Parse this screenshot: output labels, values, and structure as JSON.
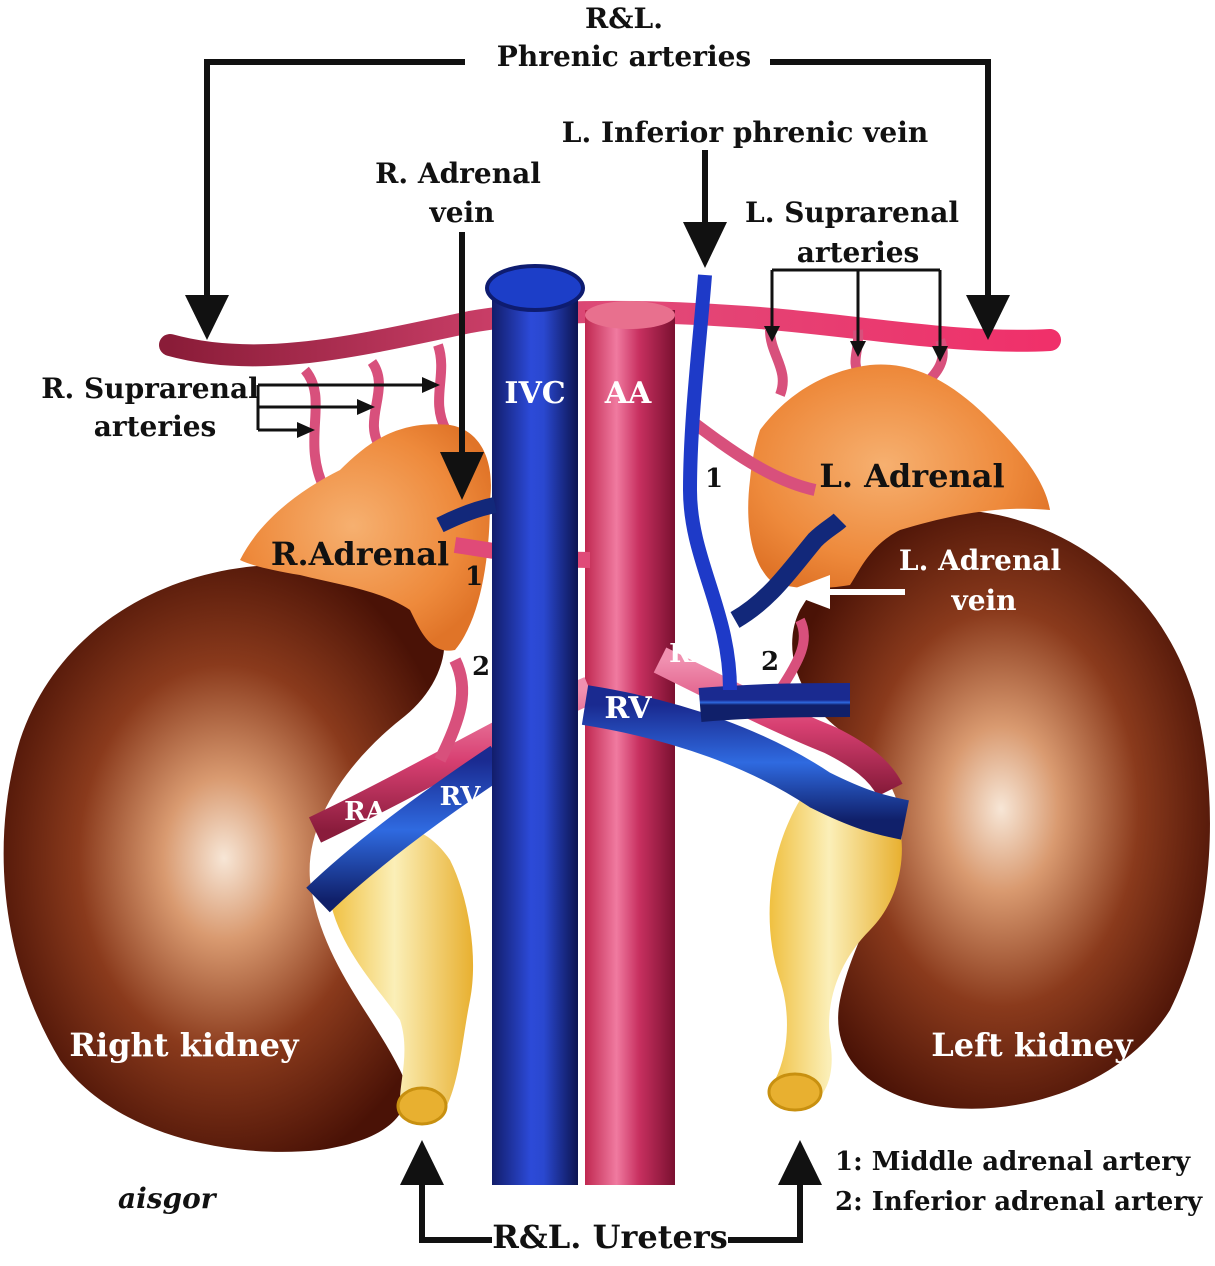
{
  "labels": {
    "phrenic_line1": "R&L.",
    "phrenic_line2": "Phrenic arteries",
    "inferior_phrenic_vein": "L. Inferior phrenic vein",
    "r_adrenal_vein_line1": "R. Adrenal",
    "r_adrenal_vein_line2": "vein",
    "l_suprarenal_line1": "L. Suprarenal",
    "l_suprarenal_line2": "arteries",
    "r_suprarenal_line1": "R. Suprarenal",
    "r_suprarenal_line2": "arteries",
    "ivc": "IVC",
    "aa": "AA",
    "l_adrenal": "L. Adrenal",
    "r_adrenal": "R.Adrenal",
    "l_adrenal_vein_line1": "L. Adrenal",
    "l_adrenal_vein_line2": "vein",
    "num_1_right": "1",
    "num_2_right": "2",
    "num_1_left": "1",
    "num_2_left": "2",
    "ra_left": "RA",
    "rv_left": "RV",
    "ra_right": "RA",
    "rv_right": "RV",
    "right_kidney": "Right kidney",
    "left_kidney": "Left kidney",
    "ureters": "R&L. Ureters",
    "legend_1": "1: Middle adrenal artery",
    "legend_2": "2: Inferior adrenal artery",
    "signature": "aisgor"
  },
  "colors": {
    "kidney": "#7a2a10",
    "adrenal": "#f08a3a",
    "ivc": "#1a2a9a",
    "aorta": "#d8406a",
    "artery": "#c8406a",
    "vein": "#1a40c0",
    "ureter": "#f5d070"
  }
}
